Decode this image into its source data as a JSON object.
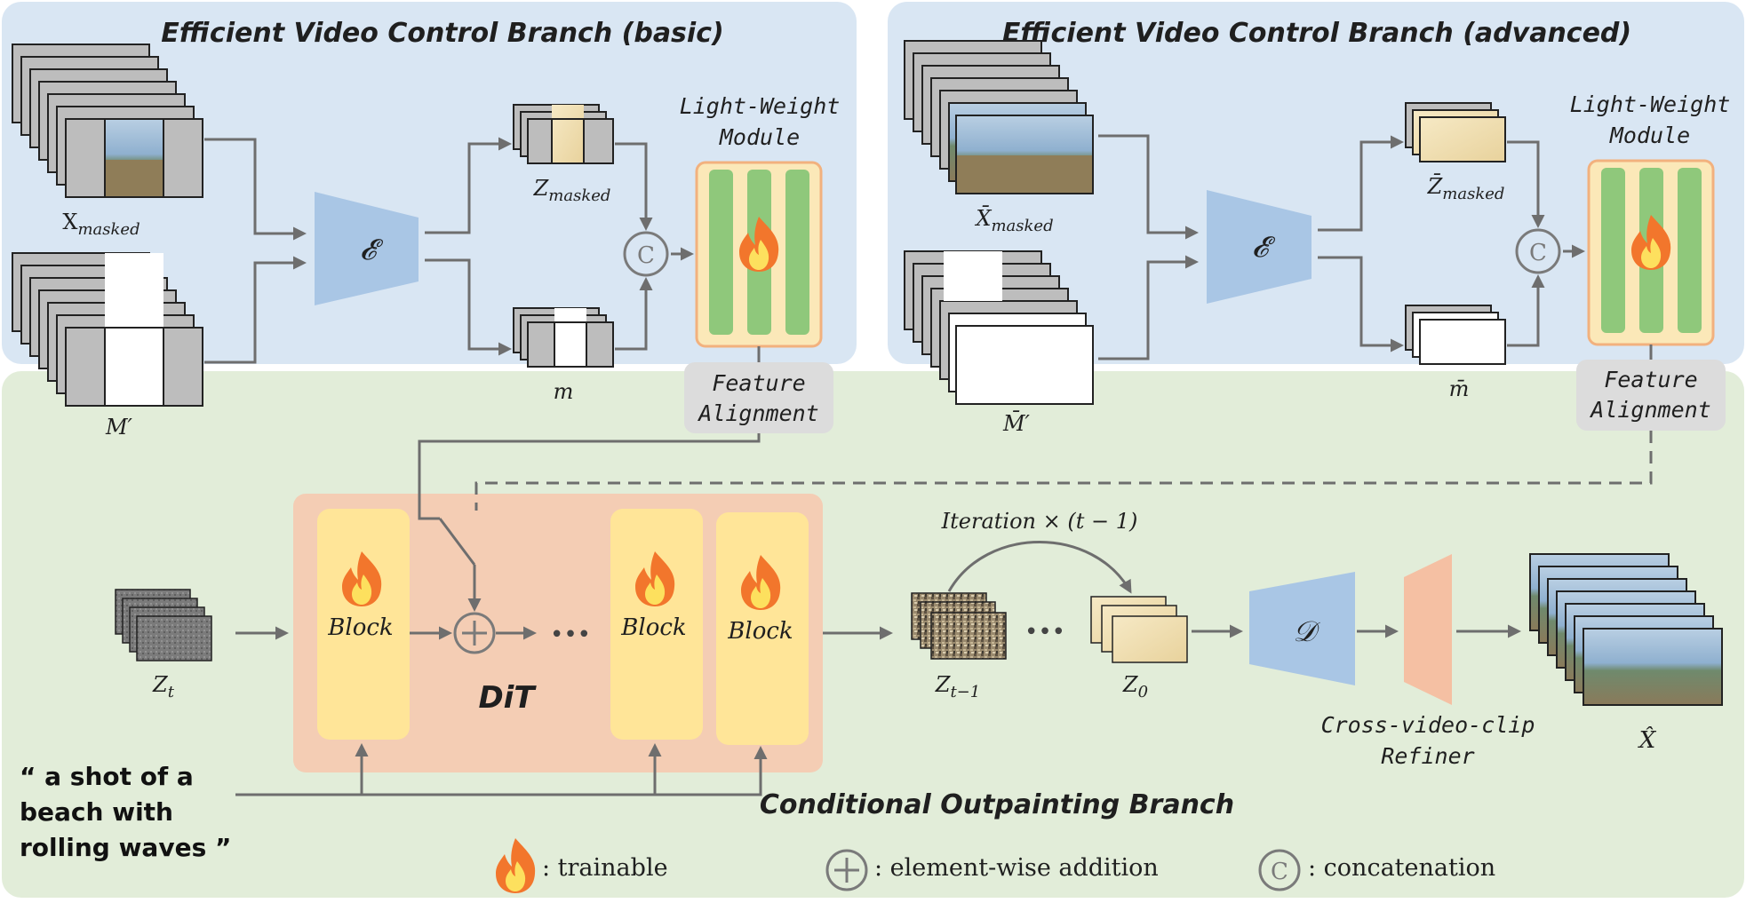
{
  "panels": {
    "basic_title": "Efficient Video Control Branch (basic)",
    "advanced_title": "Efficient Video Control Branch (advanced)",
    "outpainting_title": "Conditional Outpainting Branch"
  },
  "basic": {
    "x_label": "X",
    "x_sub": "masked",
    "m_prime_label": "M′",
    "encoder": "𝓔",
    "z_label": "Z",
    "z_sub": "masked",
    "m_label": "m",
    "concat_symbol": "C",
    "lwm_line1": "Light-Weight",
    "lwm_line2": "Module",
    "fa_line1": "Feature",
    "fa_line2": "Alignment"
  },
  "advanced": {
    "x_label": "X̄",
    "x_sub": "masked",
    "m_prime_label": "M̄′",
    "encoder": "𝓔",
    "z_label": "Z̄",
    "z_sub": "masked",
    "m_label": "m̄",
    "concat_symbol": "C",
    "lwm_line1": "Light-Weight",
    "lwm_line2": "Module",
    "fa_line1": "Feature",
    "fa_line2": "Alignment"
  },
  "outpainting": {
    "zt_label": "Z",
    "zt_sub": "t",
    "block_label": "Block",
    "dit_label": "DiT",
    "ellipsis": "•••",
    "iteration_label": "Iteration × (t − 1)",
    "zt1_label": "Z",
    "zt1_sub": "t−1",
    "z0_label": "Z",
    "z0_sub": "0",
    "decoder": "𝒟",
    "refiner_line1": "Cross-video-clip",
    "refiner_line2": "Refiner",
    "xhat_label": "X̂",
    "prompt_line1": "“ a shot of a",
    "prompt_line2": "beach with",
    "prompt_line3": "rolling waves ”"
  },
  "legend": {
    "trainable": ": trainable",
    "addition_symbol": "+",
    "addition": ": element-wise addition",
    "concat_symbol": "C",
    "concat": ": concatenation"
  },
  "colors": {
    "control_panel_bg": "#d9e6f3",
    "outpainting_panel_bg": "#e2edd9",
    "dit_bg": "#f4cdb4",
    "block_bg": "#ffe598",
    "encoder": "#a9c6e5",
    "refiner": "#f5c0a3",
    "lwm_fill": "#fbe8b8",
    "lwm_border": "#f2b17e",
    "lwm_bar": "#8fc87b",
    "feature_alignment_bg": "#dcdcdc",
    "arrow": "#6e6e6e",
    "flame_outer": "#f2762c",
    "flame_inner": "#fde05e"
  }
}
